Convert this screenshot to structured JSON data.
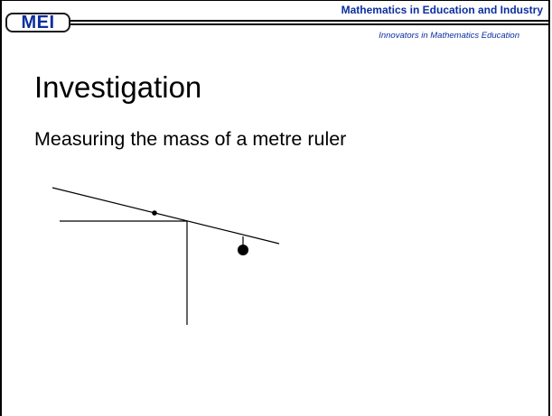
{
  "header": {
    "logo_text": "MEI",
    "organization": "Mathematics in Education and Industry",
    "tagline": "Innovators in Mathematics Education",
    "brand_color": "#0b2ea0"
  },
  "slide": {
    "title": "Investigation",
    "subtitle": "Measuring the mass of a metre ruler"
  }
}
